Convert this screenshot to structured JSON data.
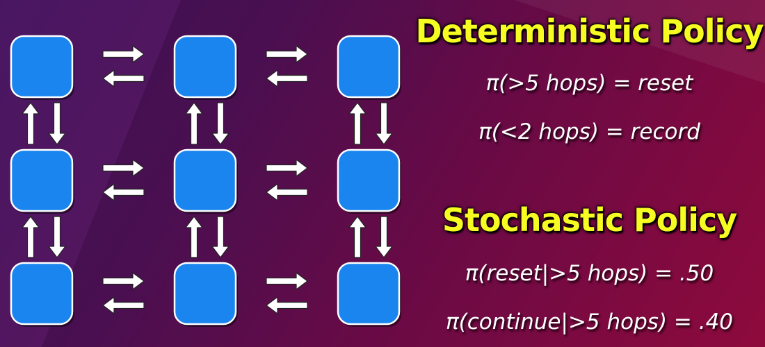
{
  "colors": {
    "node_fill": "#1a85ef",
    "node_stroke": "#ffffff",
    "arrow": "#ffffff",
    "heading": "#f6fb22",
    "rule_text": "#ffffff"
  },
  "grid": {
    "rows": 3,
    "cols": 3,
    "edges": "bidirectional between adjacent nodes"
  },
  "deterministic": {
    "title": "Deterministic Policy",
    "rules": [
      "π(>5 hops) = reset",
      "π(<2 hops) = record"
    ]
  },
  "stochastic": {
    "title": "Stochastic Policy",
    "rules": [
      "π(reset|>5 hops) = .50",
      "π(continue|>5 hops) = .40"
    ]
  }
}
